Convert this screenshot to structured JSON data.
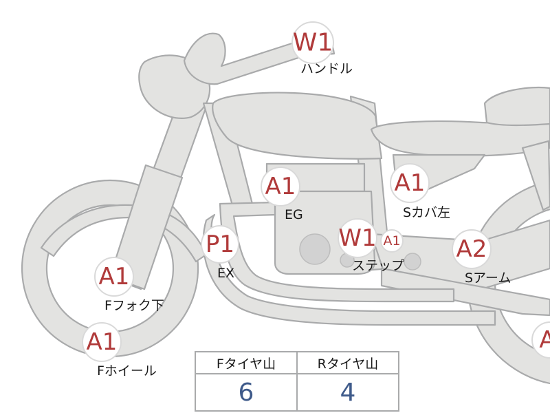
{
  "parts": [
    {
      "id": "handle",
      "code": "W1",
      "label": "ハンドル"
    },
    {
      "id": "engine",
      "code": "A1",
      "label": "EG"
    },
    {
      "id": "side-cover-left",
      "code": "A1",
      "label": "Sカバ左"
    },
    {
      "id": "exhaust",
      "code": "P1",
      "label": "EX"
    },
    {
      "id": "step",
      "code": "W1",
      "label": "ステップ"
    },
    {
      "id": "step-small",
      "code": "A1",
      "label": ""
    },
    {
      "id": "swing-arm",
      "code": "A2",
      "label": "Sアーム"
    },
    {
      "id": "front-fork",
      "code": "A1",
      "label": "Fフォク下"
    },
    {
      "id": "front-wheel",
      "code": "A1",
      "label": "Fホイール"
    },
    {
      "id": "rear-edge",
      "code": "A",
      "label": ""
    }
  ],
  "tire_table": {
    "headers": [
      "Fタイヤ山",
      "Rタイヤ山"
    ],
    "values": [
      "6",
      "4"
    ]
  },
  "colors": {
    "part_fill": "#e3e3e1",
    "part_outline": "#a9aaab",
    "badge_code": "#b03a3a",
    "tire_value": "#3e5a8a"
  }
}
